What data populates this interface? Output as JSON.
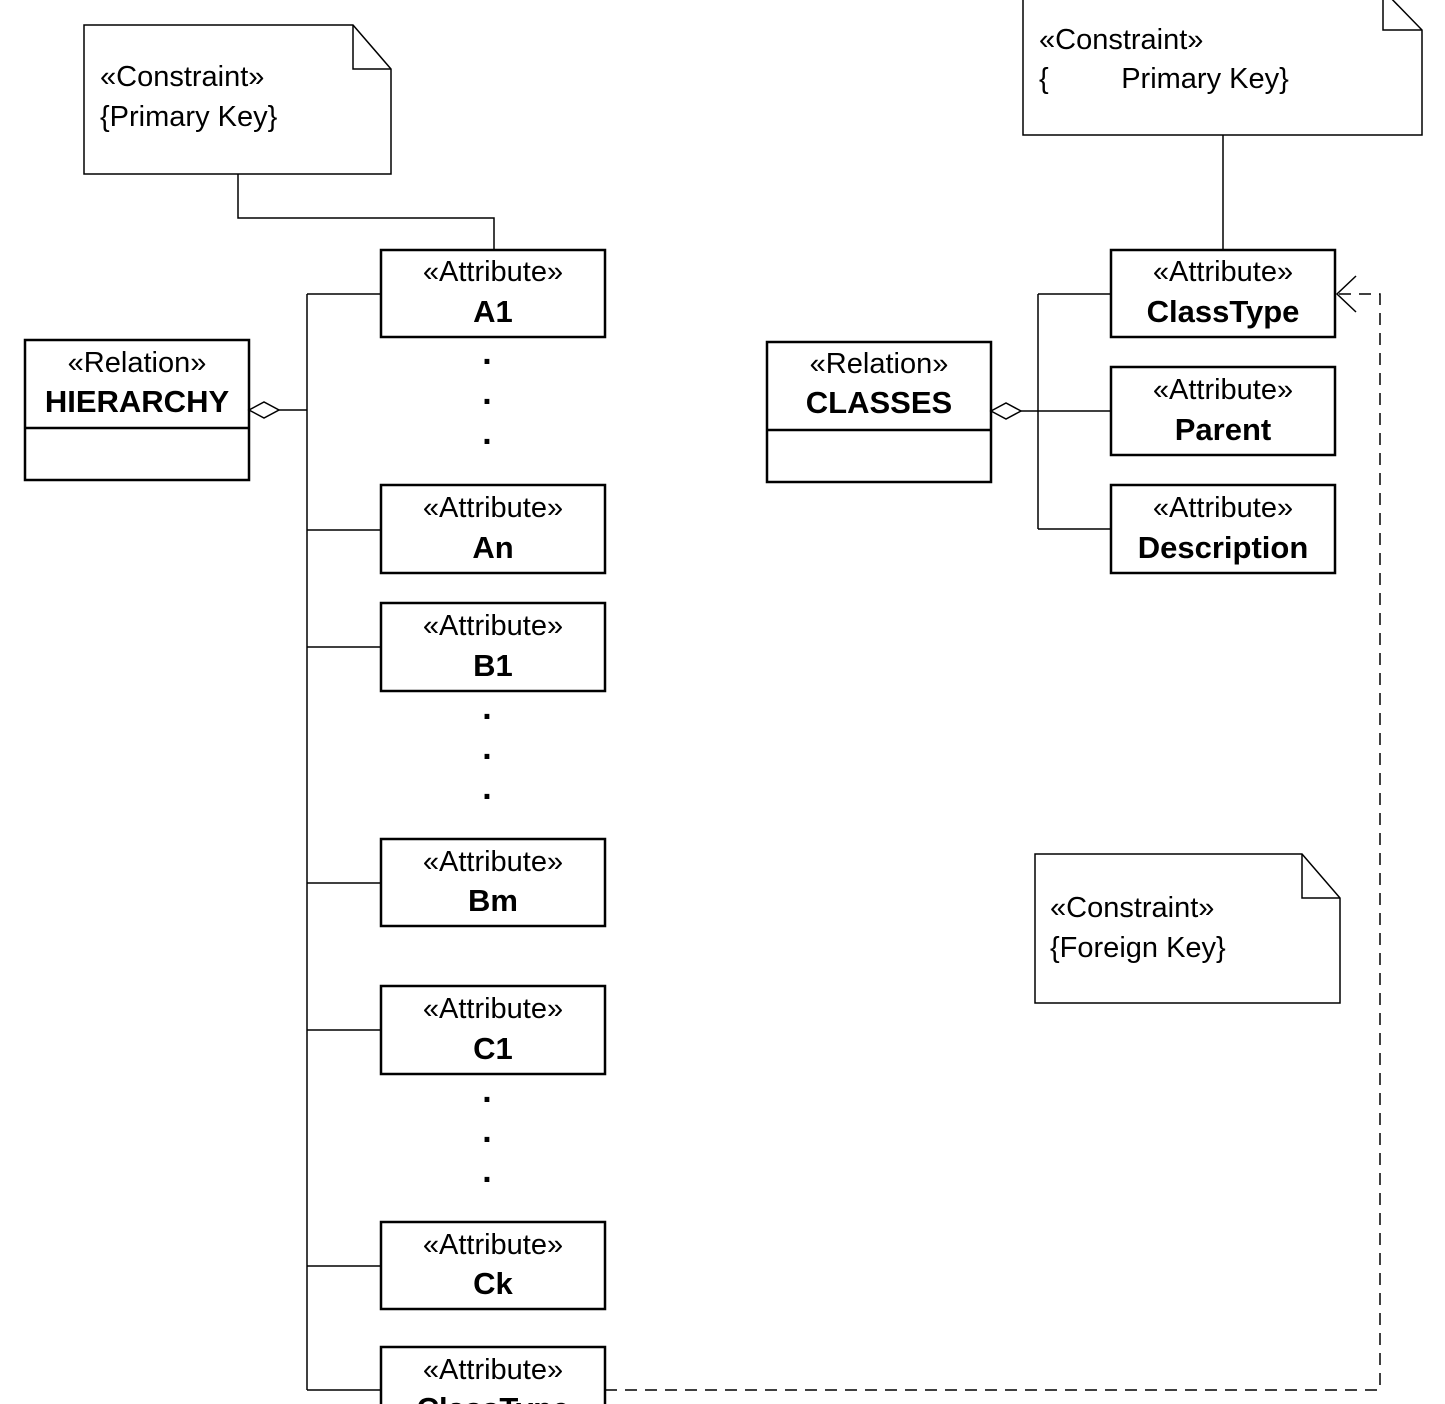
{
  "relations": [
    {
      "id": "hierarchy",
      "stereotype": "«Relation»",
      "name": "HIERARCHY"
    },
    {
      "id": "classes",
      "stereotype": "«Relation»",
      "name": "CLASSES"
    }
  ],
  "hierarchy_attributes": [
    {
      "stereotype": "«Attribute»",
      "name": "A1"
    },
    {
      "stereotype": "«Attribute»",
      "name": "An"
    },
    {
      "stereotype": "«Attribute»",
      "name": "B1"
    },
    {
      "stereotype": "«Attribute»",
      "name": "Bm"
    },
    {
      "stereotype": "«Attribute»",
      "name": "C1"
    },
    {
      "stereotype": "«Attribute»",
      "name": "Ck"
    },
    {
      "stereotype": "«Attribute»",
      "name": "ClassType"
    }
  ],
  "classes_attributes": [
    {
      "stereotype": "«Attribute»",
      "name": "ClassType"
    },
    {
      "stereotype": "«Attribute»",
      "name": "Parent"
    },
    {
      "stereotype": "«Attribute»",
      "name": "Description"
    }
  ],
  "notes": [
    {
      "id": "pk-hierarchy",
      "line1": "«Constraint»",
      "line2": "{Primary Key}"
    },
    {
      "id": "pk-classes",
      "line1": "«Constraint»",
      "line2": "{         Primary Key}"
    },
    {
      "id": "fk",
      "line1": "«Constraint»",
      "line2": "{Foreign Key}"
    }
  ],
  "ellipsis_dot": "."
}
